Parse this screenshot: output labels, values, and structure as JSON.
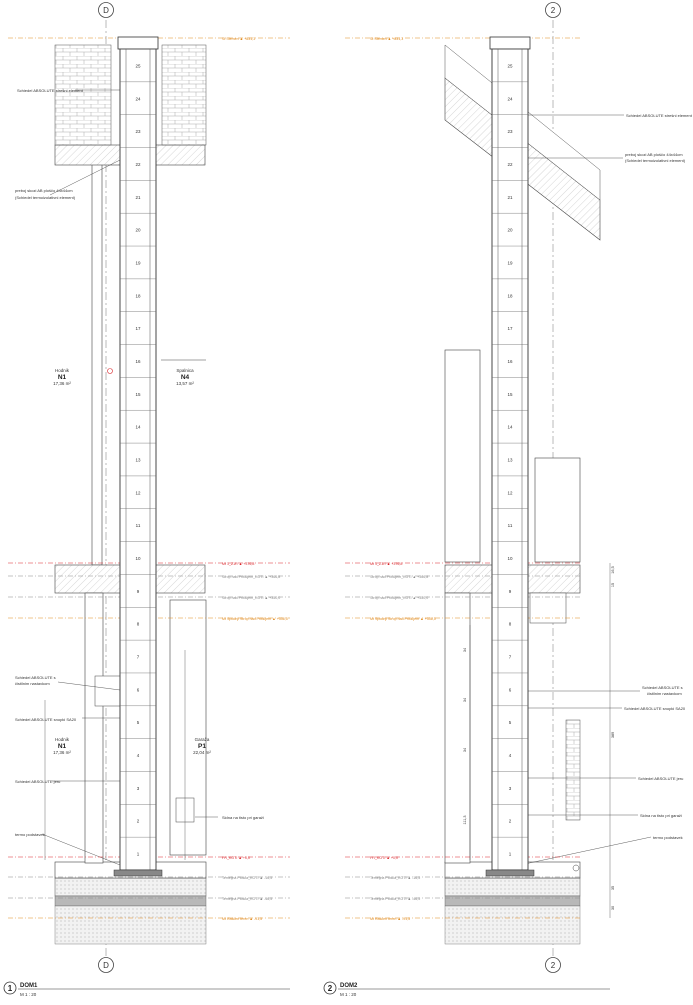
{
  "sheet": {
    "views": [
      {
        "number": "1",
        "title": "DOM1",
        "scale": "M 1 : 20",
        "grid_label": "D",
        "rooms": [
          {
            "name": "Hodnik",
            "code": "N1",
            "area": "17,36 m²"
          },
          {
            "name": "Spalnica",
            "code": "N4",
            "area": "13,57 m²"
          },
          {
            "name": "Hodnik",
            "code": "N1",
            "area": "17,36 m²"
          },
          {
            "name": "Garaža",
            "code": "P1",
            "area": "22,04 m²"
          }
        ],
        "annotations": [
          "Schiedel ABSOLUTE strešni element",
          "preboj skozi AB ploščo 44x44cm",
          "(Schiedel termoizolativni element)",
          "Schiedel ABSOLUTE s",
          "čistilnim nastavkom",
          "Schiedel ABSOLUTE snopki SA20",
          "Schiedel ABSOLUTE jeru",
          "Sidna na tisto pri garaži",
          "termo podstavek"
        ]
      },
      {
        "number": "2",
        "title": "DOM2",
        "scale": "M 1 : 20",
        "grid_label": "2",
        "annotations": [
          "Schiedel ABSOLUTE strešni element",
          "preboj skozi AB ploščo 44x44cm",
          "(Schiedel termoizolativni element)",
          "Schiedel ABSOLUTE s",
          "čistilnim nastavkom",
          "Schiedel ABSOLUTE snopki SA20",
          "Schiedel ABSOLUTE jeru",
          "Sidna na tisto pri garaži",
          "termo podstavek"
        ],
        "dimensions": [
          "16,5",
          "15",
          "389",
          "35",
          "30",
          "34",
          "34",
          "34",
          "111,3"
        ]
      }
    ],
    "levels": [
      {
        "label": "St Slemen  ▲  +831,3",
        "color": "#e08a1e"
      },
      {
        "label": "Mt 1_Z1R  ▲  +376,8",
        "color": "#d9262b"
      },
      {
        "label": "Strop nad Pritličjem_KOTI  ▲  +366,8",
        "color": "#888888"
      },
      {
        "label": "Strop nad Pritličjem_KOTI  ▲  +350,0",
        "color": "#888888"
      },
      {
        "label": "Mt Spodnji Strop nad Pritličjem  ▲  +336,5",
        "color": "#e08a1e"
      },
      {
        "label": "PR_KOTI  ▲  +0,0",
        "color": "#d9262b"
      },
      {
        "label": "Temeljna Plošča_KOTI  ▲  -16,5",
        "color": "#888888"
      },
      {
        "label": "Temeljna Plošča_KOTI  ▲  -46,5",
        "color": "#888888"
      },
      {
        "label": "Mt Raščen teren  ▲  -91,5",
        "color": "#e08a1e"
      }
    ],
    "chimney_blocks": [
      "25",
      "24",
      "23",
      "22",
      "21",
      "20",
      "19",
      "18",
      "17",
      "16",
      "15",
      "14",
      "13",
      "12",
      "11",
      "10",
      "9",
      "8",
      "7",
      "6",
      "5",
      "4",
      "3",
      "2",
      "1"
    ]
  },
  "colors": {
    "line": "#333333",
    "orange": "#e08a1e",
    "red": "#d9262b",
    "grey": "#9a9a9a",
    "hatch": "#c8c8c8"
  }
}
